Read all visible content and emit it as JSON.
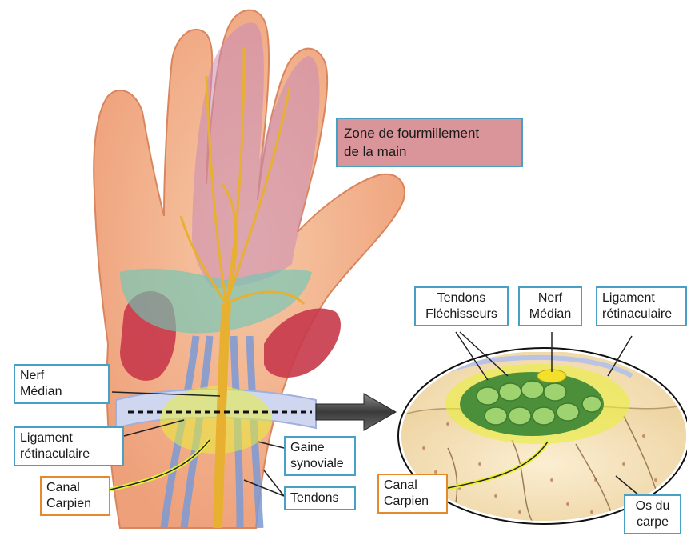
{
  "labels": {
    "zone_line1": "Zone de fourmillement",
    "zone_line2": "de la main",
    "nerf_median_left_1": "Nerf",
    "nerf_median_left_2": "Médian",
    "ligament_left_1": "Ligament",
    "ligament_left_2": "rétinaculaire",
    "canal_left_1": "Canal",
    "canal_left_2": "Carpien",
    "gaine_1": "Gaine",
    "gaine_2": "synoviale",
    "tendons": "Tendons",
    "tendons_flech_1": "Tendons",
    "tendons_flech_2": "Fléchisseurs",
    "nerf_median_right_1": "Nerf",
    "nerf_median_right_2": "Médian",
    "ligament_right_1": "Ligament",
    "ligament_right_2": "rétinaculaire",
    "canal_right_1": "Canal",
    "canal_right_2": "Carpien",
    "os_1": "Os du",
    "os_2": "carpe"
  },
  "colors": {
    "label_border": "#4a9fc4",
    "canal_border": "#e38a2d",
    "zone_fill": "#d9959a",
    "skin": "#f2b08a",
    "nerve": "#e8b030",
    "muscle": "#c8394a",
    "tendon": "#7c9ad6",
    "highlight": "#e9ef3a"
  }
}
